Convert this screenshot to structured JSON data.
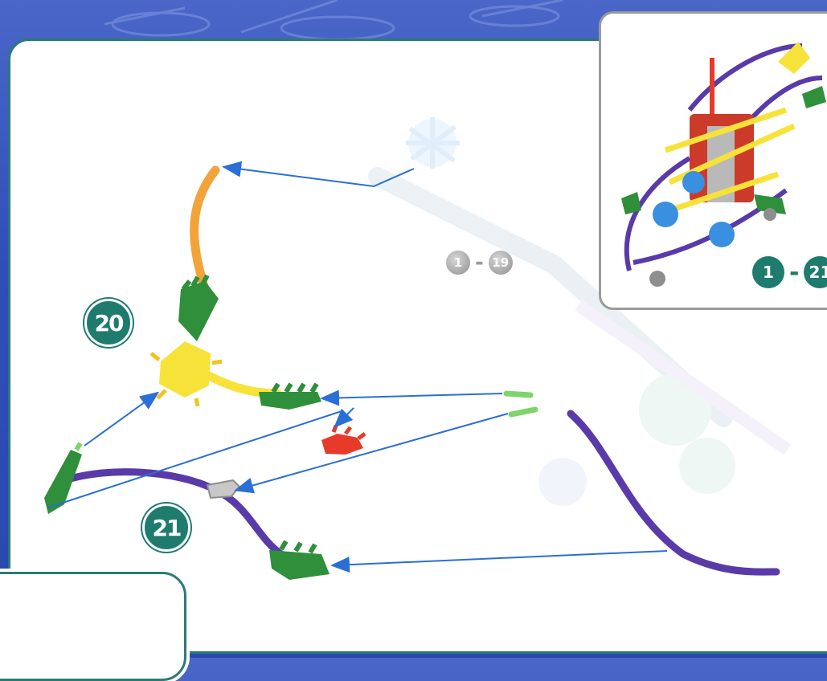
{
  "steps": {
    "step_a": "20",
    "step_b": "21"
  },
  "previous_range": {
    "start": "1",
    "separator": "-",
    "end": "19"
  },
  "inset": {
    "start": "1",
    "separator": "-",
    "end": "21"
  },
  "colors": {
    "frame": "#2c7a78",
    "badge": "#1e7b6e",
    "arrow": "#2a6fd6",
    "rod_orange": "#f2a33a",
    "rod_purple": "#5a3aa8",
    "connector_yellow": "#f7e23a",
    "connector_green": "#2f8f3a",
    "connector_red": "#e83a2a",
    "connector_grey": "#b9b9b9"
  }
}
